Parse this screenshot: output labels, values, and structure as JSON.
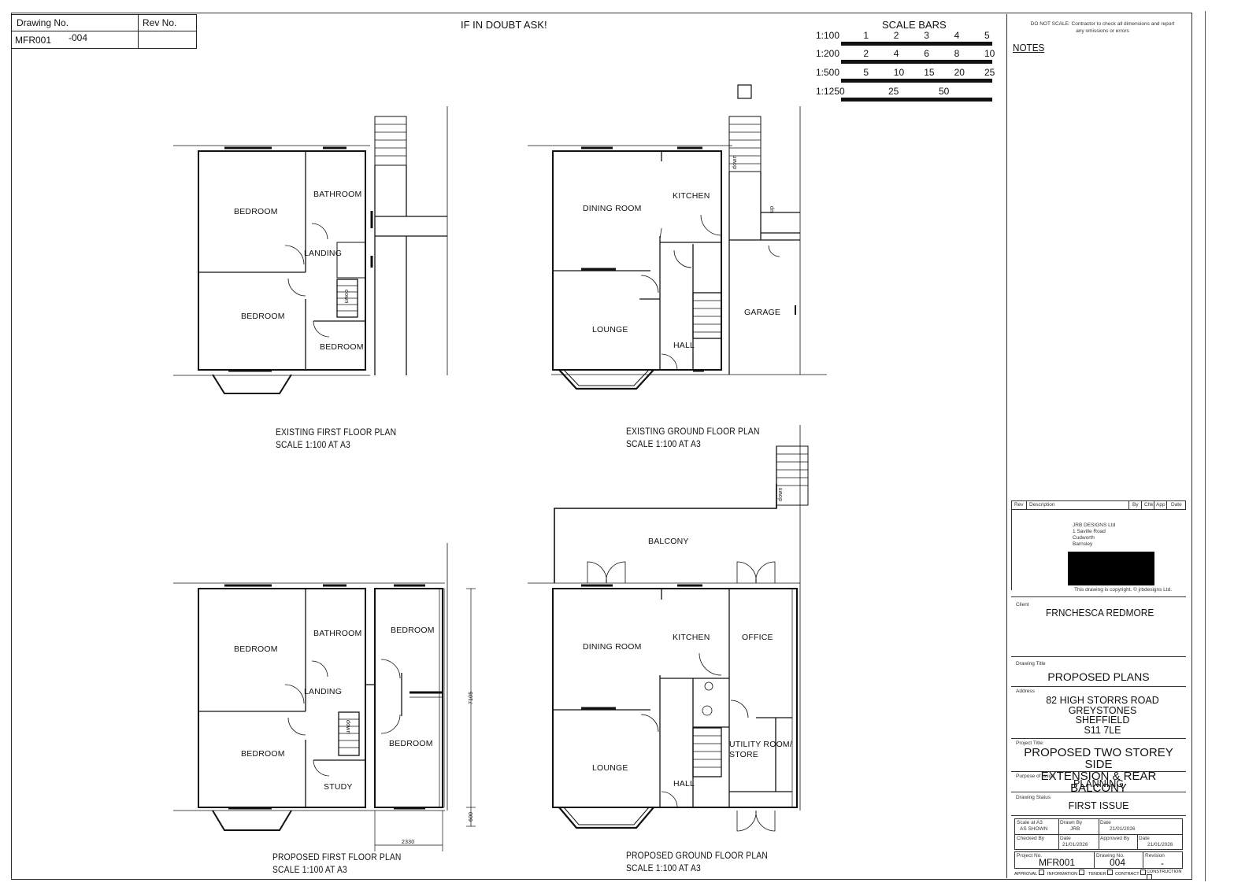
{
  "header": {
    "drawing_no_label": "Drawing No.",
    "rev_no_label": "Rev No.",
    "drawing_no_value": "MFR001",
    "drawing_no_suffix": "-004",
    "warning": "IF IN DOUBT ASK!"
  },
  "scale_bars": {
    "title": "SCALE BARS",
    "rows": [
      {
        "scale": "1:100",
        "ticks": [
          "1",
          "2",
          "3",
          "4",
          "5"
        ]
      },
      {
        "scale": "1:200",
        "ticks": [
          "2",
          "4",
          "6",
          "8",
          "10"
        ]
      },
      {
        "scale": "1:500",
        "ticks": [
          "5",
          "10",
          "15",
          "20",
          "25"
        ]
      },
      {
        "scale": "1:1250",
        "ticks": [
          "25",
          "50"
        ]
      }
    ]
  },
  "plans": [
    {
      "title": "EXISTING FIRST FLOOR PLAN",
      "scale": "SCALE 1:100 AT A3",
      "rooms": [
        "BEDROOM",
        "BATHROOM",
        "LANDING",
        "BEDROOM",
        "BEDROOM"
      ],
      "stair_label": "down"
    },
    {
      "title": "EXISTING GROUND FLOOR PLAN",
      "scale": "SCALE 1:100 AT A3",
      "rooms": [
        "DINING ROOM",
        "KITCHEN",
        "LOUNGE",
        "HALL",
        "GARAGE"
      ],
      "stair_label": "down",
      "step_label": "up"
    },
    {
      "title": "PROPOSED FIRST FLOOR PLAN",
      "scale": "SCALE 1:100 AT A3",
      "rooms": [
        "BEDROOM",
        "BATHROOM",
        "BEDROOM",
        "LANDING",
        "BEDROOM",
        "BEDROOM",
        "STUDY"
      ],
      "stair_label": "down",
      "dimensions": [
        "7105",
        "600",
        "2330"
      ]
    },
    {
      "title": "PROPOSED GROUND FLOOR PLAN",
      "scale": "SCALE 1:100 AT A3",
      "rooms": [
        "BALCONY",
        "DINING ROOM",
        "KITCHEN",
        "OFFICE",
        "LOUNGE",
        "HALL",
        "UTILITY ROOM/",
        "STORE"
      ],
      "stair_label": "down"
    }
  ],
  "title_block": {
    "disclaimer_line1": "DO NOT SCALE: Contractor to check all dimensions and report",
    "disclaimer_line2": "any omissions or errors",
    "notes_label": "NOTES",
    "rev_table_headers": [
      "Rev",
      "Description",
      "By",
      "Chk",
      "App",
      "Date"
    ],
    "company": [
      "JRB DESIGNS Ltd",
      "1 Saville Road",
      "Cudworth",
      "Barnsley"
    ],
    "copyright": "This drawing is copyright. © jrbdesigns Ltd.",
    "client_label": "Client",
    "client": "FRNCHESCA REDMORE",
    "drawing_title_label": "Drawing Title",
    "drawing_title": "PROPOSED PLANS",
    "address_label": "Address",
    "address": [
      "82 HIGH STORRS ROAD",
      "GREYSTONES",
      "SHEFFIELD",
      "S11 7LE"
    ],
    "project_title_label": "Project Title:",
    "project_title": [
      "PROPOSED TWO STOREY SIDE",
      "EXTENSION & REAR BALCONY"
    ],
    "purpose_label": "Purpose of Issue:",
    "purpose": "PLANNING",
    "status_label": "Drawing Status",
    "status": "FIRST ISSUE",
    "scale_label": "Scale at A3",
    "scale_value": "AS SHOWN",
    "drawn_by_label": "Drawn By",
    "drawn_by": "JRB",
    "date_label": "Date",
    "date_drawn": "21/01/2026",
    "checked_by_label": "Checked By",
    "date_checked": "21/01/2026",
    "approved_by_label": "Approved By",
    "date_approved": "21/01/2026",
    "project_no_label": "Project No.",
    "project_no": "MFR001",
    "drawing_no_label": "Drawing No.",
    "drawing_no": "004",
    "revision_label": "Revision",
    "revision": "-",
    "issue_types": [
      "APPROVAL",
      "INFORMATION",
      "TENDER",
      "CONTRACT",
      "CONSTRUCTION"
    ]
  }
}
